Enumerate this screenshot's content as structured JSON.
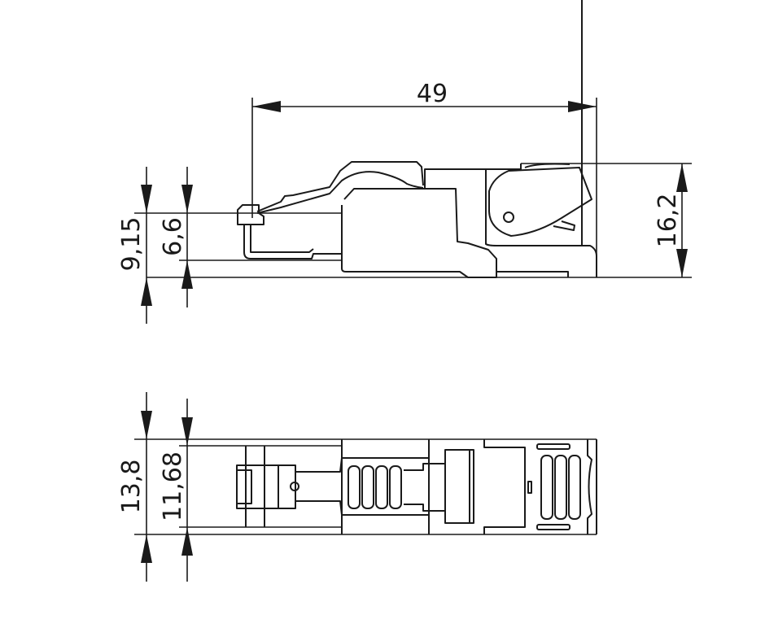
{
  "drawing": {
    "side_view": {
      "length_label": "49",
      "height_label": "16,2",
      "overall_latch_height_label": "9,15",
      "plug_height_label": "6,6"
    },
    "top_view": {
      "width_label": "13,8",
      "plug_width_label": "11,68"
    },
    "line_color": "#1a1a1a"
  }
}
